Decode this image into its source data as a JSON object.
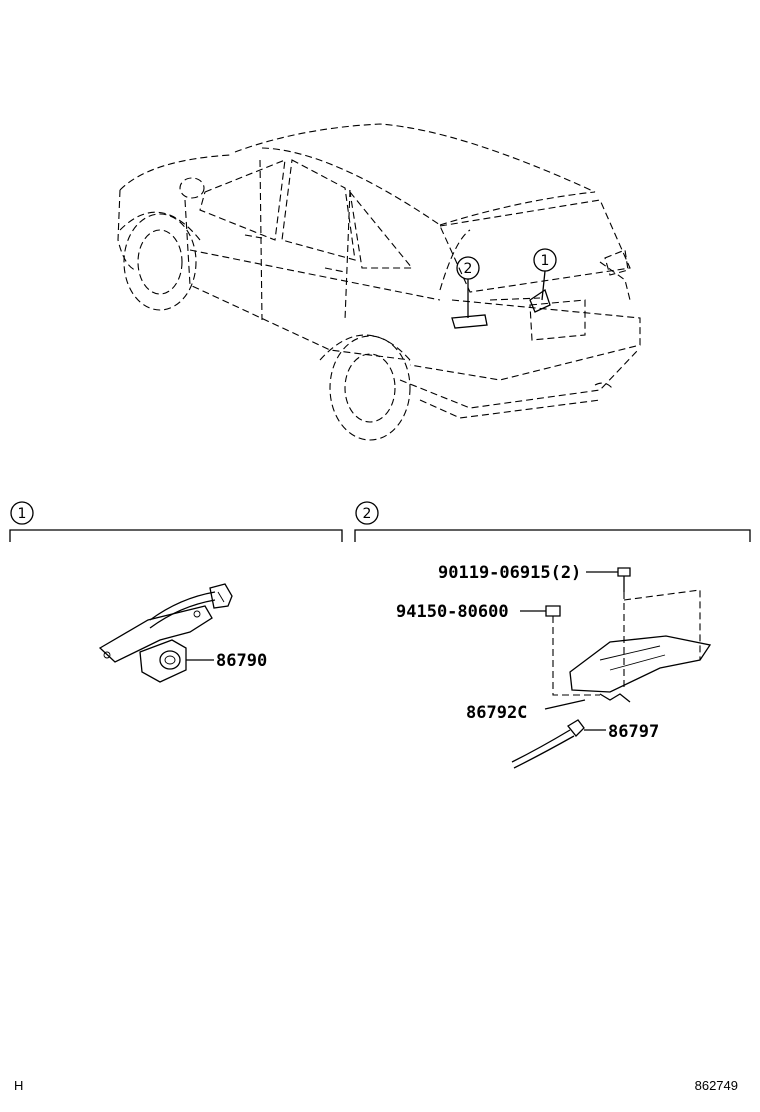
{
  "callouts": {
    "one": "1",
    "two": "2"
  },
  "sections": [
    {
      "number": "1",
      "parts": [
        "86790"
      ]
    },
    {
      "number": "2",
      "parts": [
        "90119-06915(2)",
        "94150-80600",
        "86792C",
        "86797"
      ]
    }
  ],
  "labels": {
    "p86790": "86790",
    "p90119": "90119-06915(2)",
    "p94150": "94150-80600",
    "p86792C": "86792C",
    "p86797": "86797"
  },
  "footer": {
    "left": "H",
    "right": "862749"
  }
}
